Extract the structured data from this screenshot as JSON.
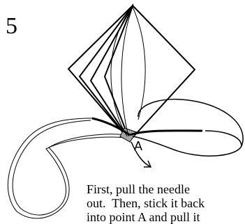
{
  "step": {
    "number": "5"
  },
  "diagram": {
    "point_label": "A",
    "stroke_color": "#000000",
    "base_fill_color": "#a6a6a6"
  },
  "caption": {
    "line1": "First, pull the needle",
    "line2": "out.  Then, stick it back",
    "line3": "into point A and pull it"
  }
}
